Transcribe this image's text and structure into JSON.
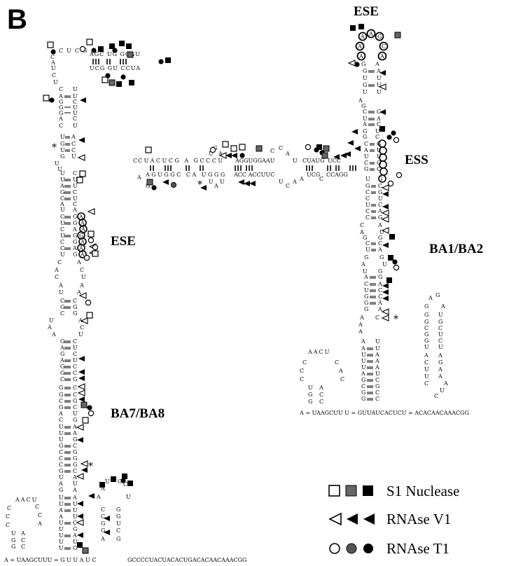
{
  "panel_label": "B",
  "labels": {
    "ese_left": "ESE",
    "ba78": "BA7/BA8",
    "ese_top": "ESE",
    "ess": "ESS",
    "ba12": "BA1/BA2"
  },
  "legend": {
    "s1": "S1 Nuclease",
    "v1": "RNAse V1",
    "t1": "RNAse T1"
  },
  "sequences": {
    "left_top_loop": "CUCG",
    "left_top_upper": "AGC UG GGAU",
    "left_top_lower": "UCG GU CCUA",
    "left_bottom_tail": "A = UAAGCUUU = G U U A U C",
    "left_bottom_tail2": "GCCCCUACUACACUGACACAACAAACGG",
    "left_bottom_loop": "AACU",
    "right_hairpin": "UGAGGUGGAAU",
    "right_left_arm_top": "CUACUCG A GCCCU",
    "right_left_arm_bot": "AGUGGC CA UGGG",
    "right_bottom_tail": "A = UAAGCUU U = GUUAUCACUCU = ACACAACAAACGG",
    "right_bottom_loop": "AACU",
    "right_small_loop": "AG G",
    "ese_top_loop": "AAGACAA"
  },
  "stems": {
    "left_main": [
      "C",
      "A=U",
      "G",
      "G",
      "G",
      "A",
      "U=A",
      "G=C",
      "U=A",
      "G-U",
      "U",
      "A",
      "U=G",
      "A=U",
      "G=C",
      "A=U",
      "C",
      "U=G",
      "G=C",
      "G=C",
      "A=U",
      "C=G",
      "U=A"
    ],
    "right_main": [
      "A=U",
      "G=C",
      "U-G",
      "A",
      "A",
      "G=C",
      "C=G",
      "U=A",
      "A=U",
      "G=C",
      "G=C",
      "U=A",
      "C=G",
      "A",
      "U=A",
      "G=C",
      "U-G",
      "U",
      "G",
      "C=G",
      "G=C",
      "U-G",
      "A",
      "G=C",
      "G=C",
      "U-G",
      "G=C",
      "A=U",
      "U=A",
      "A=U",
      "U=A",
      "G=C",
      "C=G"
    ]
  }
}
